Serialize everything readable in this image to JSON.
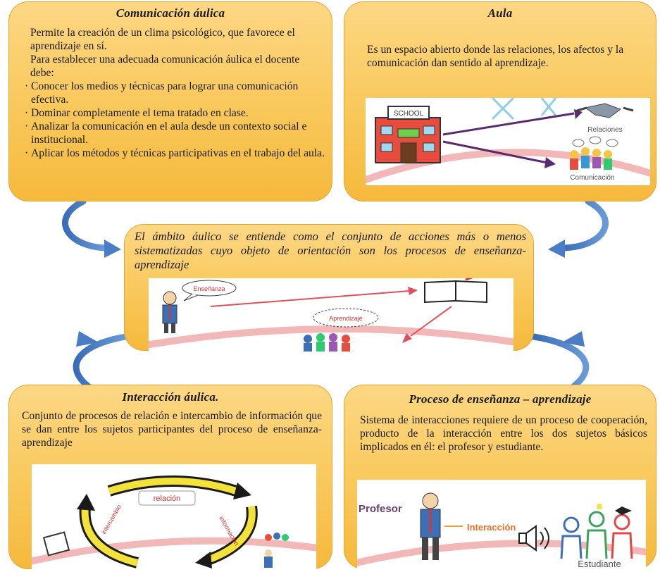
{
  "top_left": {
    "title": "Comunicación áulica",
    "intro": "Permite la creación de un clima psicológico, que favorece el aprendizaje en sí.",
    "lead": "Para establecer una adecuada comunicación áulica el docente debe:",
    "bullets": [
      "Conocer los medios y técnicas para lograr una comunicación efectiva.",
      "Dominar completamente el tema tratado en clase.",
      "Analizar la comunicación en el aula desde un contexto social e institucional.",
      "Aplicar los métodos y técnicas participativas en el trabajo del aula."
    ],
    "bullet_mark": "·"
  },
  "top_right": {
    "title": "Aula",
    "text": "Es un espacio abierto donde las relaciones, los afectos y la comunicación dan sentido al aprendizaje.",
    "illus": {
      "school_sign": "SCHOOL",
      "label1": "Relaciones",
      "label2": "Comunicación"
    }
  },
  "center": {
    "text": "El ámbito áulico se entiende como el conjunto de acciones más o menos sistematizadas cuyo objeto de orientación son los procesos de enseñanza-aprendizaje",
    "illus": {
      "bubble1": "Enseñanza",
      "bubble2": "Aprendizaje"
    }
  },
  "bottom_left": {
    "title": "Interacción áulica.",
    "text": "Conjunto de procesos de relación e intercambio de información que se dan entre los sujetos participantes del proceso de enseñanza-aprendizaje",
    "illus": {
      "cycle_label1": "relación",
      "cycle_label2": "intercambio",
      "cycle_label3": "información"
    }
  },
  "bottom_right": {
    "title": "Proceso de enseñanza – aprendizaje",
    "text": "Sistema de interacciones requiere de un proceso de cooperación, producto de la interacción entre los dos sujetos básicos implicados en él: el profesor y estudiante.",
    "illus": {
      "label1": "Profesor",
      "label2": "Interacción",
      "label3": "Estudiante"
    }
  },
  "colors": {
    "box_fill": "#f9c85a",
    "box_border": "#e3a532",
    "arrow": "#4a7dc4",
    "accent_red": "#e0505a"
  }
}
